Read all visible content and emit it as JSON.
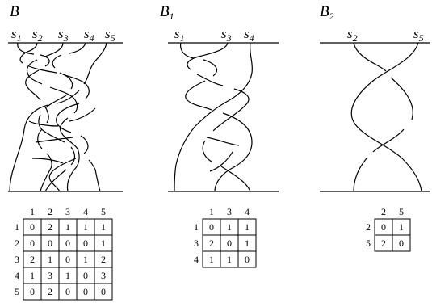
{
  "panels": [
    {
      "id": "B",
      "title": "B",
      "subscript": "",
      "strand_labels": [
        {
          "text": "s",
          "sub": "1"
        },
        {
          "text": "s",
          "sub": "2"
        },
        {
          "text": "s",
          "sub": "3"
        },
        {
          "text": "s",
          "sub": "4"
        },
        {
          "text": "s",
          "sub": "5"
        }
      ],
      "matrix": {
        "headers": [
          "1",
          "2",
          "3",
          "4",
          "5"
        ],
        "rows": [
          [
            "0",
            "2",
            "1",
            "1",
            "1"
          ],
          [
            "0",
            "0",
            "0",
            "0",
            "1"
          ],
          [
            "2",
            "1",
            "0",
            "1",
            "2"
          ],
          [
            "1",
            "3",
            "1",
            "0",
            "3"
          ],
          [
            "0",
            "2",
            "0",
            "0",
            "0"
          ]
        ]
      }
    },
    {
      "id": "B1",
      "title": "B",
      "subscript": "1",
      "strand_labels": [
        {
          "text": "s",
          "sub": "1"
        },
        {
          "text": "s",
          "sub": "3"
        },
        {
          "text": "s",
          "sub": "4"
        }
      ],
      "matrix": {
        "headers": [
          "1",
          "3",
          "4"
        ],
        "rows": [
          [
            "0",
            "1",
            "1"
          ],
          [
            "2",
            "0",
            "1"
          ],
          [
            "1",
            "1",
            "0"
          ]
        ]
      }
    },
    {
      "id": "B2",
      "title": "B",
      "subscript": "2",
      "strand_labels": [
        {
          "text": "s",
          "sub": "2"
        },
        {
          "text": "s",
          "sub": "5"
        }
      ],
      "matrix": {
        "headers": [
          "2",
          "5"
        ],
        "rows": [
          [
            "0",
            "1"
          ],
          [
            "2",
            "0"
          ]
        ]
      }
    }
  ]
}
